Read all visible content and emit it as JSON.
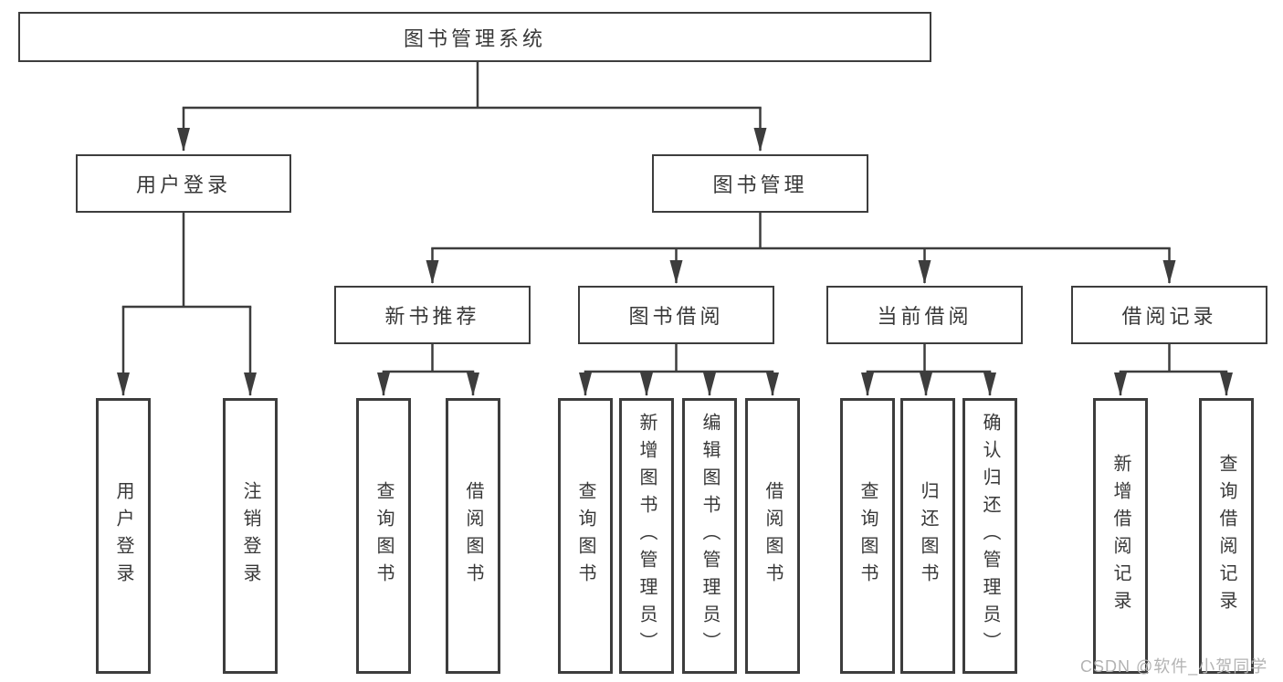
{
  "tree": {
    "label": "图书管理系统",
    "children": [
      {
        "label": "用户登录",
        "children": [
          {
            "label": "用户登录"
          },
          {
            "label": "注销登录"
          }
        ]
      },
      {
        "label": "图书管理",
        "children": [
          {
            "label": "新书推荐",
            "children": [
              {
                "label": "查询图书"
              },
              {
                "label": "借阅图书"
              }
            ]
          },
          {
            "label": "图书借阅",
            "children": [
              {
                "label": "查询图书"
              },
              {
                "label": "新增图书（管理员）"
              },
              {
                "label": "编辑图书（管理员）"
              },
              {
                "label": "借阅图书"
              }
            ]
          },
          {
            "label": "当前借阅",
            "children": [
              {
                "label": "查询图书"
              },
              {
                "label": "归还图书"
              },
              {
                "label": "确认归还（管理员）"
              }
            ]
          },
          {
            "label": "借阅记录",
            "children": [
              {
                "label": "新增借阅记录"
              },
              {
                "label": "查询借阅记录"
              }
            ]
          }
        ]
      }
    ]
  },
  "watermark": {
    "text": "CSDN @软件_小贺同学"
  },
  "colors": {
    "line": "#3d3d3d",
    "text": "#383838",
    "background": "#ffffff",
    "watermark": "#b3b3b3"
  }
}
